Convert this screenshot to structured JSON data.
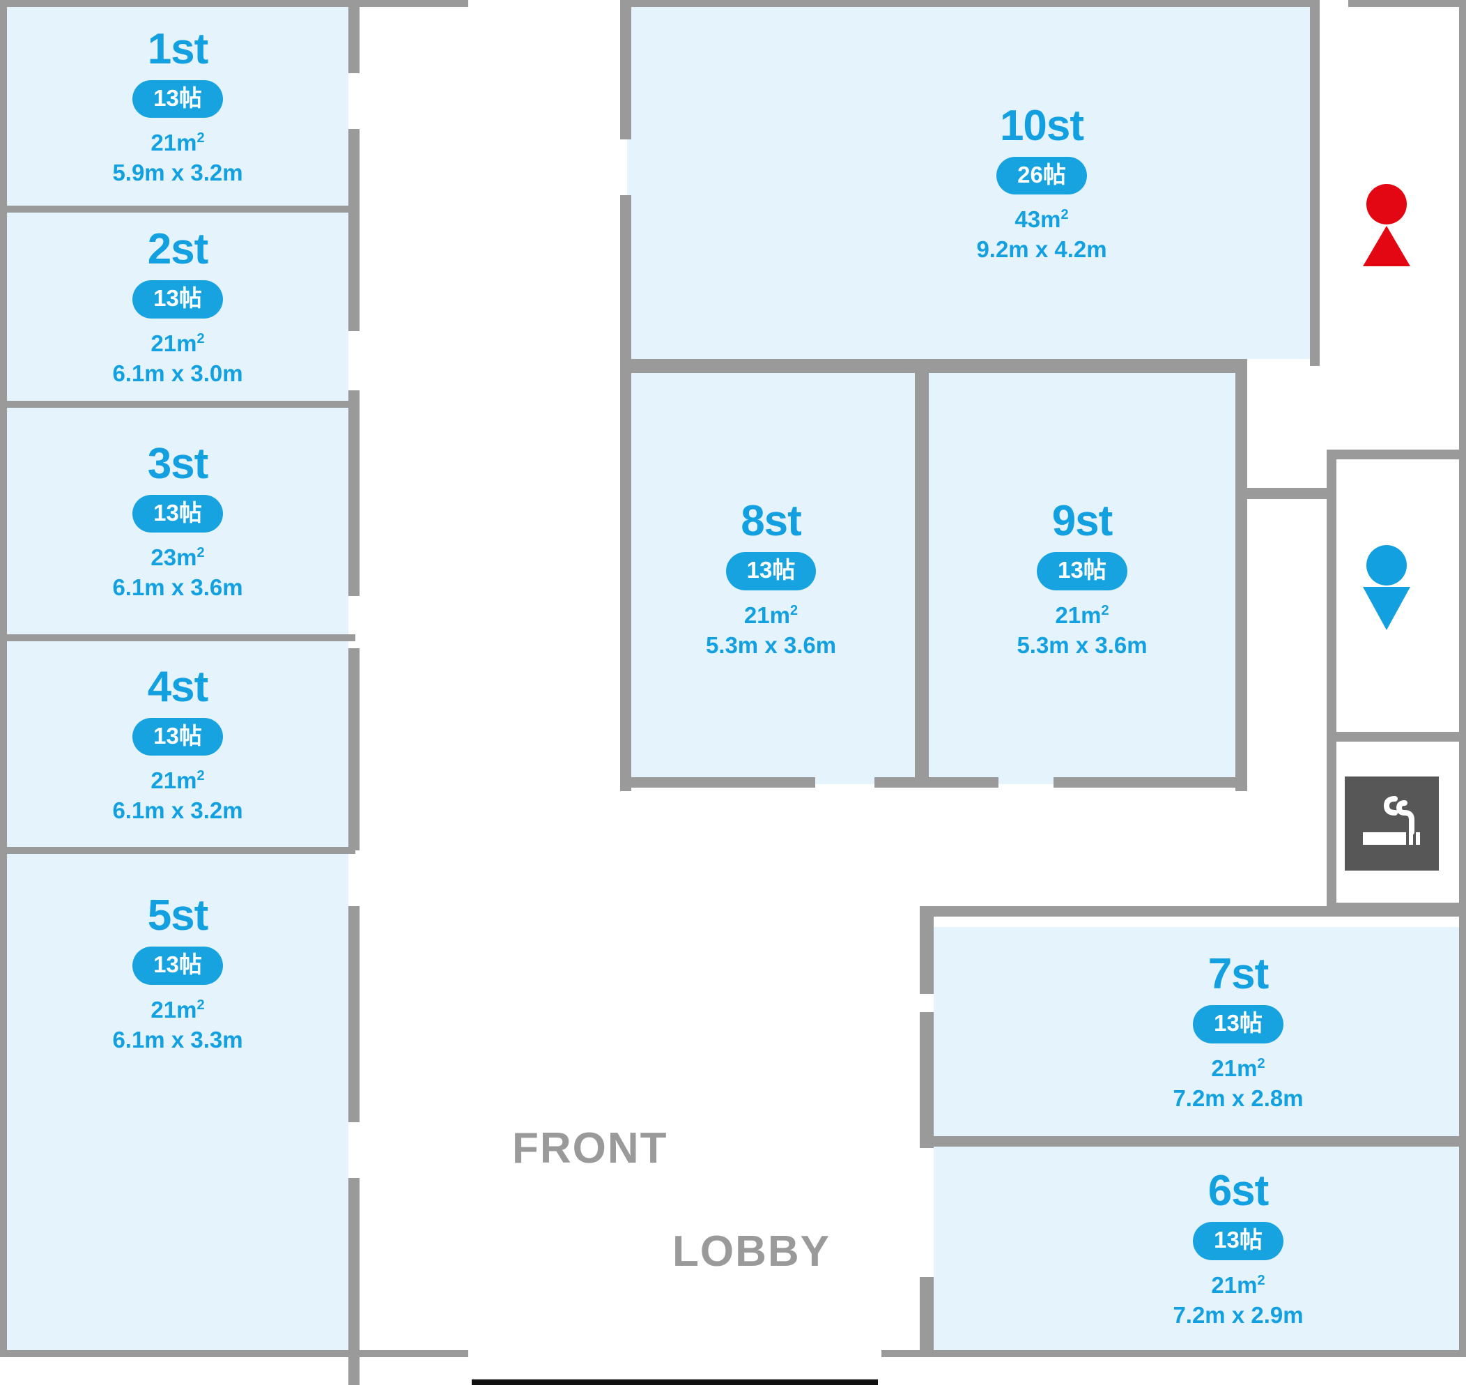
{
  "floorplan": {
    "areas": [
      {
        "name": "front",
        "label": "FRONT"
      },
      {
        "name": "lobby",
        "label": "LOBBY"
      }
    ],
    "rooms": [
      {
        "id": "1st",
        "name": "1st",
        "tatami": "13帖",
        "area": "21",
        "area_unit": "m",
        "area_sup": "2",
        "dims": "5.9m x 3.2m"
      },
      {
        "id": "2st",
        "name": "2st",
        "tatami": "13帖",
        "area": "21",
        "area_unit": "m",
        "area_sup": "2",
        "dims": "6.1m x 3.0m"
      },
      {
        "id": "3st",
        "name": "3st",
        "tatami": "13帖",
        "area": "23",
        "area_unit": "m",
        "area_sup": "2",
        "dims": "6.1m x 3.6m"
      },
      {
        "id": "4st",
        "name": "4st",
        "tatami": "13帖",
        "area": "21",
        "area_unit": "m",
        "area_sup": "2",
        "dims": "6.1m x 3.2m"
      },
      {
        "id": "5st",
        "name": "5st",
        "tatami": "13帖",
        "area": "21",
        "area_unit": "m",
        "area_sup": "2",
        "dims": "6.1m x 3.3m"
      },
      {
        "id": "6st",
        "name": "6st",
        "tatami": "13帖",
        "area": "21",
        "area_unit": "m",
        "area_sup": "2",
        "dims": "7.2m x 2.9m"
      },
      {
        "id": "7st",
        "name": "7st",
        "tatami": "13帖",
        "area": "21",
        "area_unit": "m",
        "area_sup": "2",
        "dims": "7.2m x 2.8m"
      },
      {
        "id": "8st",
        "name": "8st",
        "tatami": "13帖",
        "area": "21",
        "area_unit": "m",
        "area_sup": "2",
        "dims": "5.3m x 3.6m"
      },
      {
        "id": "9st",
        "name": "9st",
        "tatami": "13帖",
        "area": "21",
        "area_unit": "m",
        "area_sup": "2",
        "dims": "5.3m x 3.6m"
      },
      {
        "id": "10st",
        "name": "10st",
        "tatami": "26帖",
        "area": "43",
        "area_unit": "m",
        "area_sup": "2",
        "dims": "9.2m x 4.2m"
      }
    ],
    "icons": [
      {
        "name": "womens-restroom-icon",
        "color": "#e30613"
      },
      {
        "name": "mens-restroom-icon",
        "color": "#13a0e0"
      },
      {
        "name": "smoking-area-icon",
        "color": "#575757"
      }
    ],
    "colors": {
      "room_fill": "#e5f3fc",
      "accent_blue": "#13a0e0",
      "badge_blue": "#17a3e0",
      "wall_gray": "#9a9a9a",
      "text_gray": "#9a9a9a",
      "womens_red": "#e30613",
      "smoking_dark": "#575757"
    }
  }
}
